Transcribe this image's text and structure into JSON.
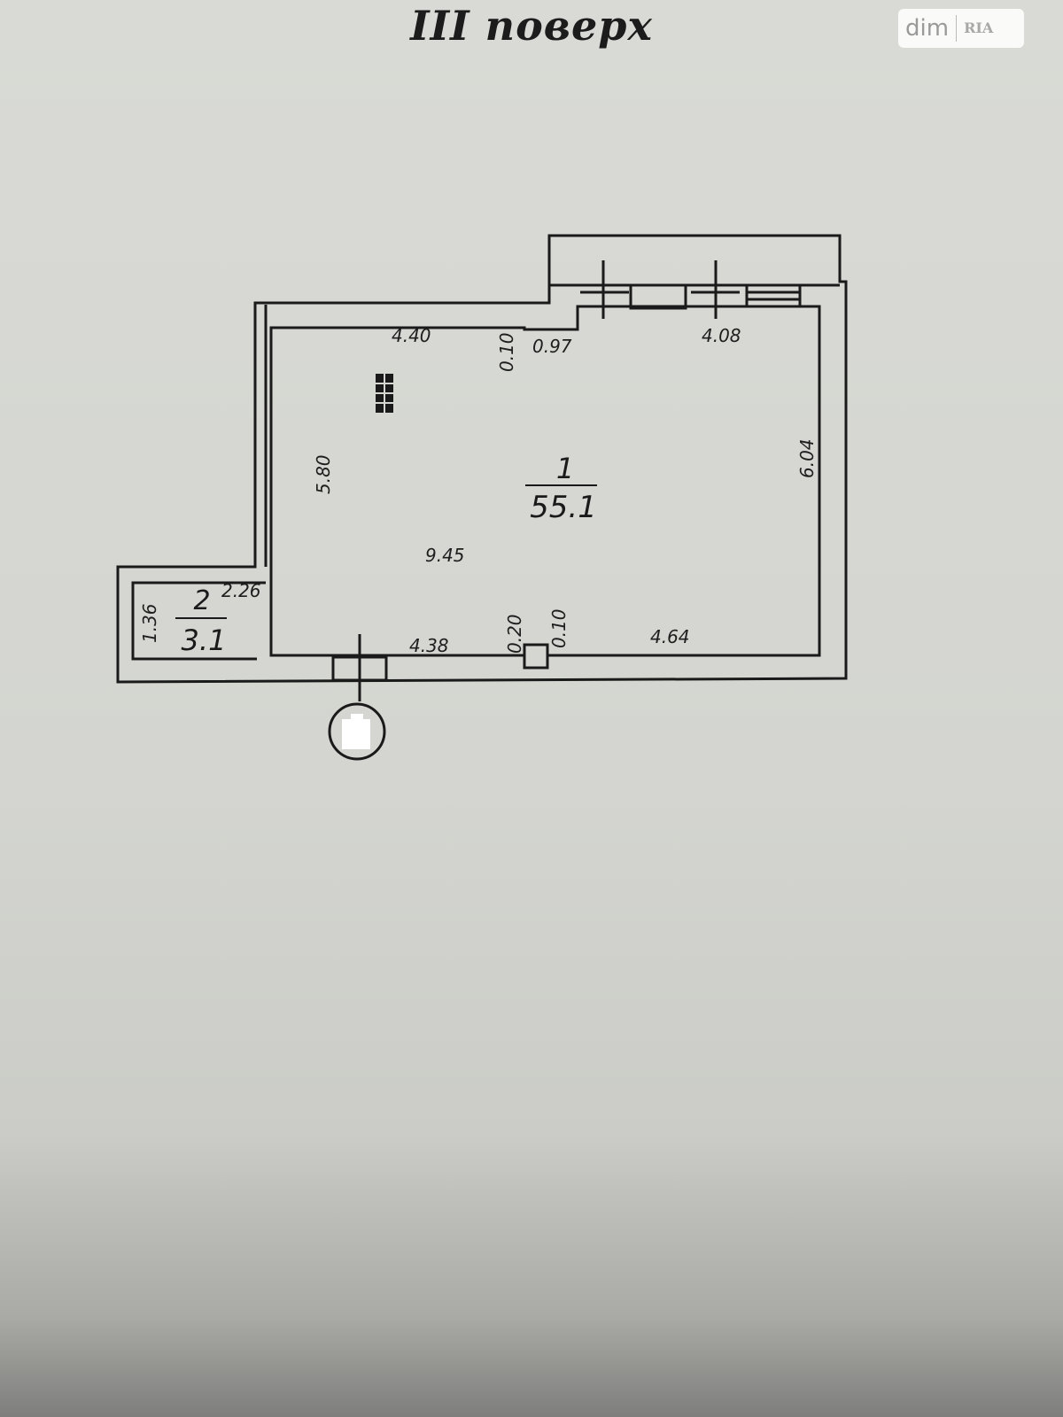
{
  "floor_title": "III поверх",
  "watermark": {
    "brand": "dim",
    "sub": "RIA"
  },
  "rooms": [
    {
      "number": "1",
      "area": "55.1"
    },
    {
      "number": "2",
      "area": "3.1"
    }
  ],
  "dimensions": {
    "top_left_width": "4.40",
    "top_offset": "0.10",
    "top_step": "0.97",
    "top_right_width": "4.08",
    "left_height": "5.80",
    "right_height": "6.04",
    "total_width": "9.45",
    "room2_width": "2.26",
    "room2_height": "1.36",
    "bottom_left_width": "4.38",
    "bottom_column": "0.20",
    "bottom_offset": "0.10",
    "bottom_right_width": "4.64"
  },
  "icons": {
    "radiator": "radiator-icon",
    "entrance": "entrance-marker-icon",
    "column": "column-icon"
  },
  "colors": {
    "paper": "#d5d6d1",
    "line": "#1a1a1a"
  }
}
